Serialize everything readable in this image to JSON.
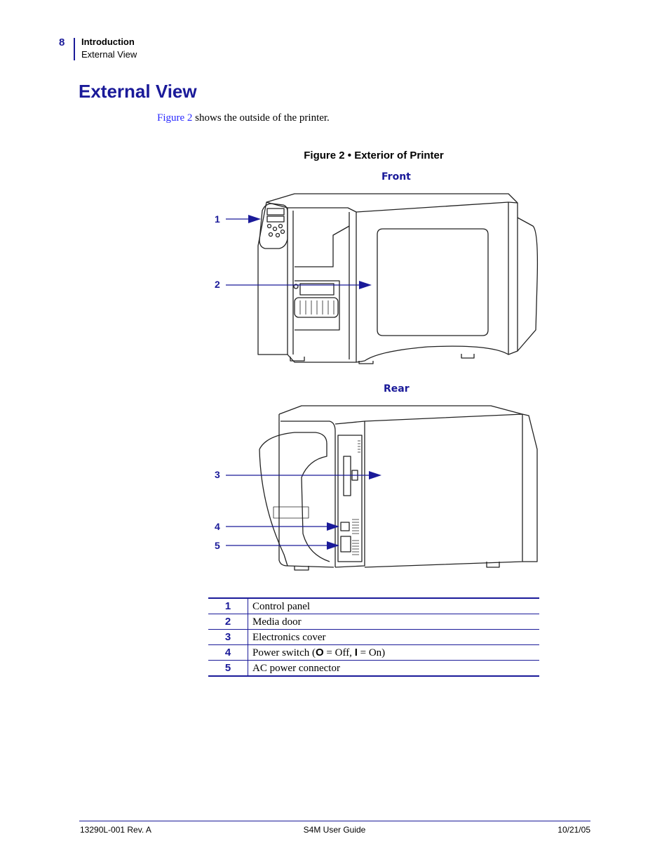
{
  "header": {
    "page_number": "8",
    "section": "Introduction",
    "subsection": "External View"
  },
  "page_title": "External View",
  "intro": {
    "link_text": "Figure 2",
    "rest_text": " shows the outside of the printer."
  },
  "figure": {
    "caption": "Figure 2 • Exterior of Printer",
    "front_label": "Front",
    "rear_label": "Rear",
    "callouts": [
      "1",
      "2",
      "3",
      "4",
      "5"
    ]
  },
  "legend": [
    {
      "num": "1",
      "pre": "Control panel",
      "b1": "",
      "mid": "",
      "b2": "",
      "post": ""
    },
    {
      "num": "2",
      "pre": "Media door",
      "b1": "",
      "mid": "",
      "b2": "",
      "post": ""
    },
    {
      "num": "3",
      "pre": "Electronics cover",
      "b1": "",
      "mid": "",
      "b2": "",
      "post": ""
    },
    {
      "num": "4",
      "pre": "Power switch (",
      "b1": "O",
      "mid": " = Off, ",
      "b2": "I",
      "post": " = On)"
    },
    {
      "num": "5",
      "pre": "AC power connector",
      "b1": "",
      "mid": "",
      "b2": "",
      "post": ""
    }
  ],
  "footer": {
    "left": "13290L-001 Rev. A",
    "center": "S4M User Guide",
    "right": "10/21/05"
  },
  "colors": {
    "accent": "#1a1a99",
    "link": "#2a2aff"
  }
}
